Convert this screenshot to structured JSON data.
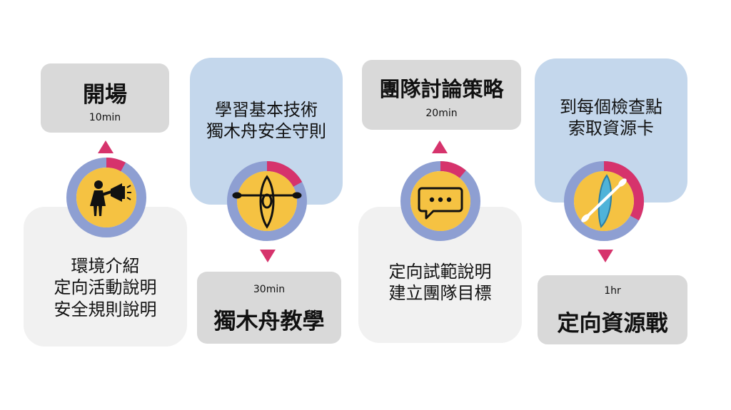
{
  "steps": [
    {
      "title": "開場",
      "duration": "10min",
      "details": [
        "環境介紹",
        "定向活動說明",
        "安全規則說明"
      ],
      "icon": "person-megaphone-icon",
      "progress": 0.08
    },
    {
      "title": "獨木舟教學",
      "duration": "30min",
      "details": [
        "學習基本技術",
        "獨木舟安全守則"
      ],
      "icon": "kayak-icon",
      "progress": 0.17
    },
    {
      "title": "團隊討論策略",
      "duration": "20min",
      "details": [
        "定向試範說明",
        "建立團隊目標"
      ],
      "icon": "chat-bubble-icon",
      "progress": 0.11
    },
    {
      "title": "定向資源戰",
      "duration": "1hr",
      "details": [
        "到每個檢查點",
        "索取資源卡"
      ],
      "icon": "kayak-paddle-icon",
      "progress": 0.33
    }
  ],
  "colors": {
    "ring": "#8e9fd2",
    "ring_accent": "#d6336c",
    "badge_fill": "#f5c242",
    "arrow": "#d6336c",
    "title_box": "#d9d9d9",
    "detail_box_light": "#f1f1f1",
    "detail_box_blue": "#c4d7ec"
  }
}
